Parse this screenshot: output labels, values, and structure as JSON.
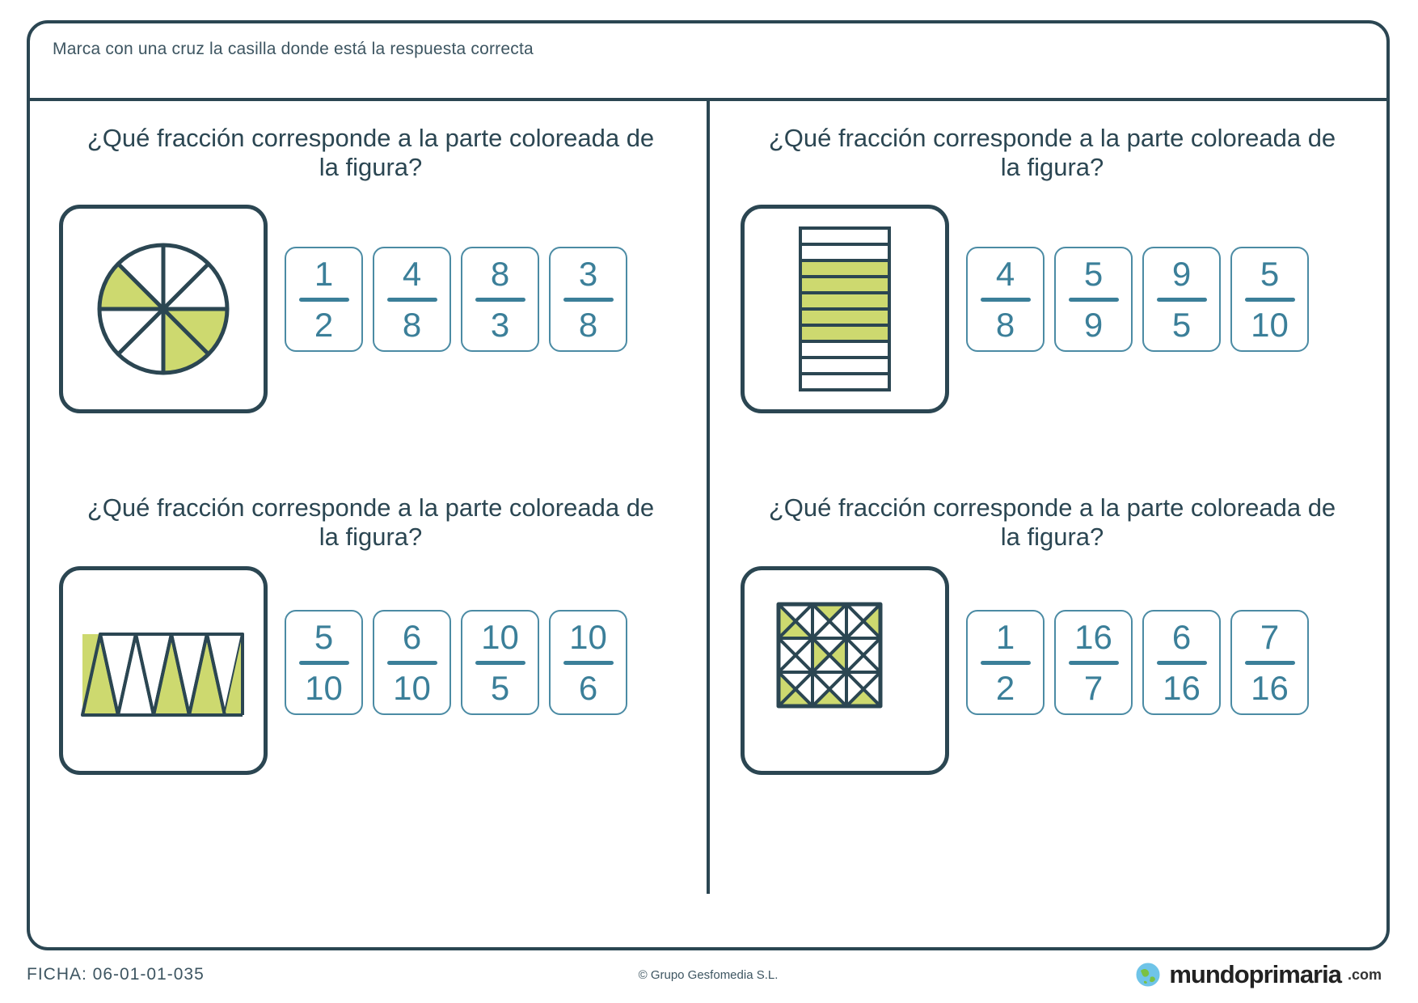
{
  "header": {
    "instruction": "Marca con una cruz la casilla donde está la respuesta correcta"
  },
  "questions": [
    {
      "id": "q1",
      "title": "¿Qué fracción corresponde a la parte coloreada de la figura?",
      "figure": "pie-eighths",
      "figure_total": 8,
      "figure_colored": 2,
      "options": [
        {
          "numerator": "1",
          "denominator": "2"
        },
        {
          "numerator": "4",
          "denominator": "8"
        },
        {
          "numerator": "8",
          "denominator": "3"
        },
        {
          "numerator": "3",
          "denominator": "8"
        }
      ]
    },
    {
      "id": "q2",
      "title": "¿Qué fracción corresponde a la parte coloreada de la figura?",
      "figure": "horizontal-bars",
      "figure_total": 10,
      "figure_colored": 5,
      "options": [
        {
          "numerator": "4",
          "denominator": "8"
        },
        {
          "numerator": "5",
          "denominator": "9"
        },
        {
          "numerator": "9",
          "denominator": "5"
        },
        {
          "numerator": "5",
          "denominator": "10"
        }
      ]
    },
    {
      "id": "q3",
      "title": "¿Qué fracción corresponde a la parte coloreada de la figura?",
      "figure": "trapezoid-triangles",
      "figure_total": 10,
      "figure_colored": 5,
      "options": [
        {
          "numerator": "5",
          "denominator": "10"
        },
        {
          "numerator": "6",
          "denominator": "10"
        },
        {
          "numerator": "10",
          "denominator": "5"
        },
        {
          "numerator": "10",
          "denominator": "6"
        }
      ]
    },
    {
      "id": "q4",
      "title": "¿Qué fracción corresponde a la parte coloreada de la figura?",
      "figure": "square-triangles",
      "figure_total": 16,
      "figure_colored": 6,
      "options": [
        {
          "numerator": "1",
          "denominator": "2"
        },
        {
          "numerator": "16",
          "denominator": "7"
        },
        {
          "numerator": "6",
          "denominator": "16"
        },
        {
          "numerator": "7",
          "denominator": "16"
        }
      ]
    }
  ],
  "footer": {
    "ficha": "FICHA: 06-01-01-035",
    "copyright": "© Grupo Gesfomedia S.L.",
    "brand_name": "mundoprimaria",
    "brand_tld": ".com",
    "brand_icon": "globe-icon"
  },
  "colors": {
    "ink": "#2b4652",
    "green": "#cdd96f",
    "option_blue": "#3b7f99"
  }
}
